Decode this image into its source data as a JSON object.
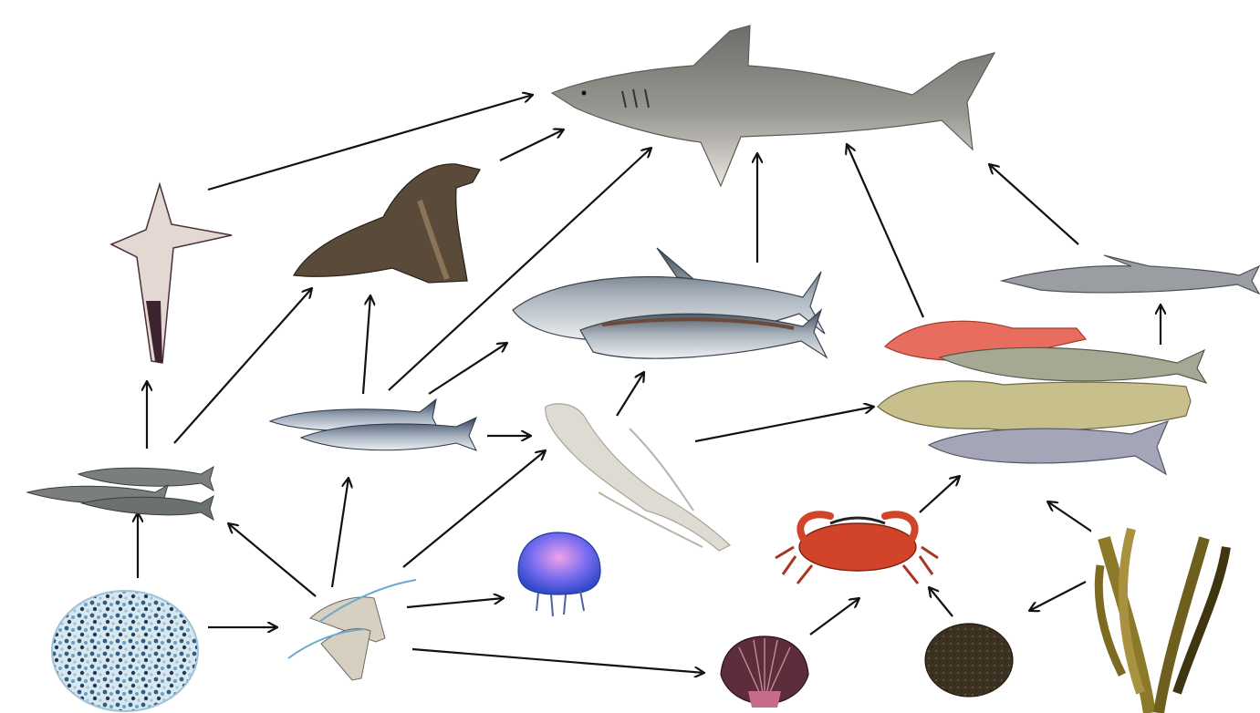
{
  "organisms": [
    {
      "id": "shark",
      "icon": "great-white-shark-icon",
      "color": "#8c8a86"
    },
    {
      "id": "albatross",
      "icon": "albatross-icon",
      "color": "#d9cfc8"
    },
    {
      "id": "sea-lion",
      "icon": "sea-lion-icon",
      "color": "#4e4235"
    },
    {
      "id": "tuna",
      "icon": "tuna-icon",
      "color": "#8e9aa4"
    },
    {
      "id": "barracouta",
      "icon": "barracouta-icon",
      "color": "#8f9297"
    },
    {
      "id": "reef-fish",
      "icon": "reef-fish-group-icon",
      "color": "#a3a48f"
    },
    {
      "id": "anchovy",
      "icon": "anchovy-icon",
      "color": "#6f7673"
    },
    {
      "id": "mackerel",
      "icon": "mackerel-icon",
      "color": "#5f6f86"
    },
    {
      "id": "squid",
      "icon": "squid-icon",
      "color": "#d7d5cc"
    },
    {
      "id": "crab",
      "icon": "crab-icon",
      "color": "#d2442a"
    },
    {
      "id": "phytoplankton",
      "icon": "phytoplankton-icon",
      "color": "#6fa0bf"
    },
    {
      "id": "zooplankton",
      "icon": "zooplankton-krill-icon",
      "color": "#9fbfd2"
    },
    {
      "id": "jellyfish",
      "icon": "jellyfish-icon",
      "color": "#5b63d9"
    },
    {
      "id": "scallop",
      "icon": "scallop-icon",
      "color": "#5e2d3b"
    },
    {
      "id": "detritus",
      "icon": "detritus-icon",
      "color": "#4a3d2c"
    },
    {
      "id": "kelp",
      "icon": "kelp-icon",
      "color": "#8c7a2a"
    }
  ],
  "links": [
    {
      "from": "albatross",
      "to": "shark"
    },
    {
      "from": "sea-lion",
      "to": "shark"
    },
    {
      "from": "mackerel",
      "to": "shark"
    },
    {
      "from": "tuna",
      "to": "shark"
    },
    {
      "from": "reef-fish",
      "to": "shark"
    },
    {
      "from": "barracouta",
      "to": "shark"
    },
    {
      "from": "anchovy",
      "to": "albatross"
    },
    {
      "from": "anchovy",
      "to": "sea-lion"
    },
    {
      "from": "mackerel",
      "to": "sea-lion"
    },
    {
      "from": "mackerel",
      "to": "tuna"
    },
    {
      "from": "mackerel",
      "to": "squid"
    },
    {
      "from": "squid",
      "to": "tuna"
    },
    {
      "from": "squid",
      "to": "reef-fish"
    },
    {
      "from": "reef-fish",
      "to": "barracouta"
    },
    {
      "from": "phytoplankton",
      "to": "anchovy"
    },
    {
      "from": "phytoplankton",
      "to": "zooplankton"
    },
    {
      "from": "zooplankton",
      "to": "anchovy"
    },
    {
      "from": "zooplankton",
      "to": "mackerel"
    },
    {
      "from": "zooplankton",
      "to": "squid"
    },
    {
      "from": "zooplankton",
      "to": "jellyfish"
    },
    {
      "from": "zooplankton",
      "to": "scallop"
    },
    {
      "from": "scallop",
      "to": "crab"
    },
    {
      "from": "detritus",
      "to": "crab"
    },
    {
      "from": "crab",
      "to": "reef-fish"
    },
    {
      "from": "kelp",
      "to": "reef-fish"
    },
    {
      "from": "kelp",
      "to": "detritus"
    }
  ]
}
